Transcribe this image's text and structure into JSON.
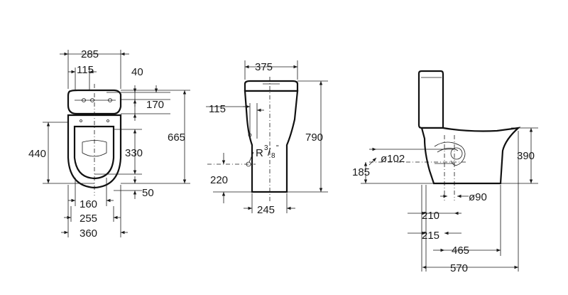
{
  "front_view": {
    "labels": [
      "285",
      "115",
      "40",
      "170",
      "665",
      "440",
      "330",
      "50",
      "160",
      "255",
      "360"
    ]
  },
  "side_view": {
    "labels": [
      "375",
      "115",
      "790",
      "220",
      "245"
    ],
    "pipe_thread": {
      "base": "R",
      "sup": "3",
      "sub": "8",
      "mark": "\""
    }
  },
  "profile_view": {
    "labels": [
      "ø102",
      "390",
      "185",
      "ø90",
      "210",
      "215",
      "465",
      "570"
    ]
  }
}
